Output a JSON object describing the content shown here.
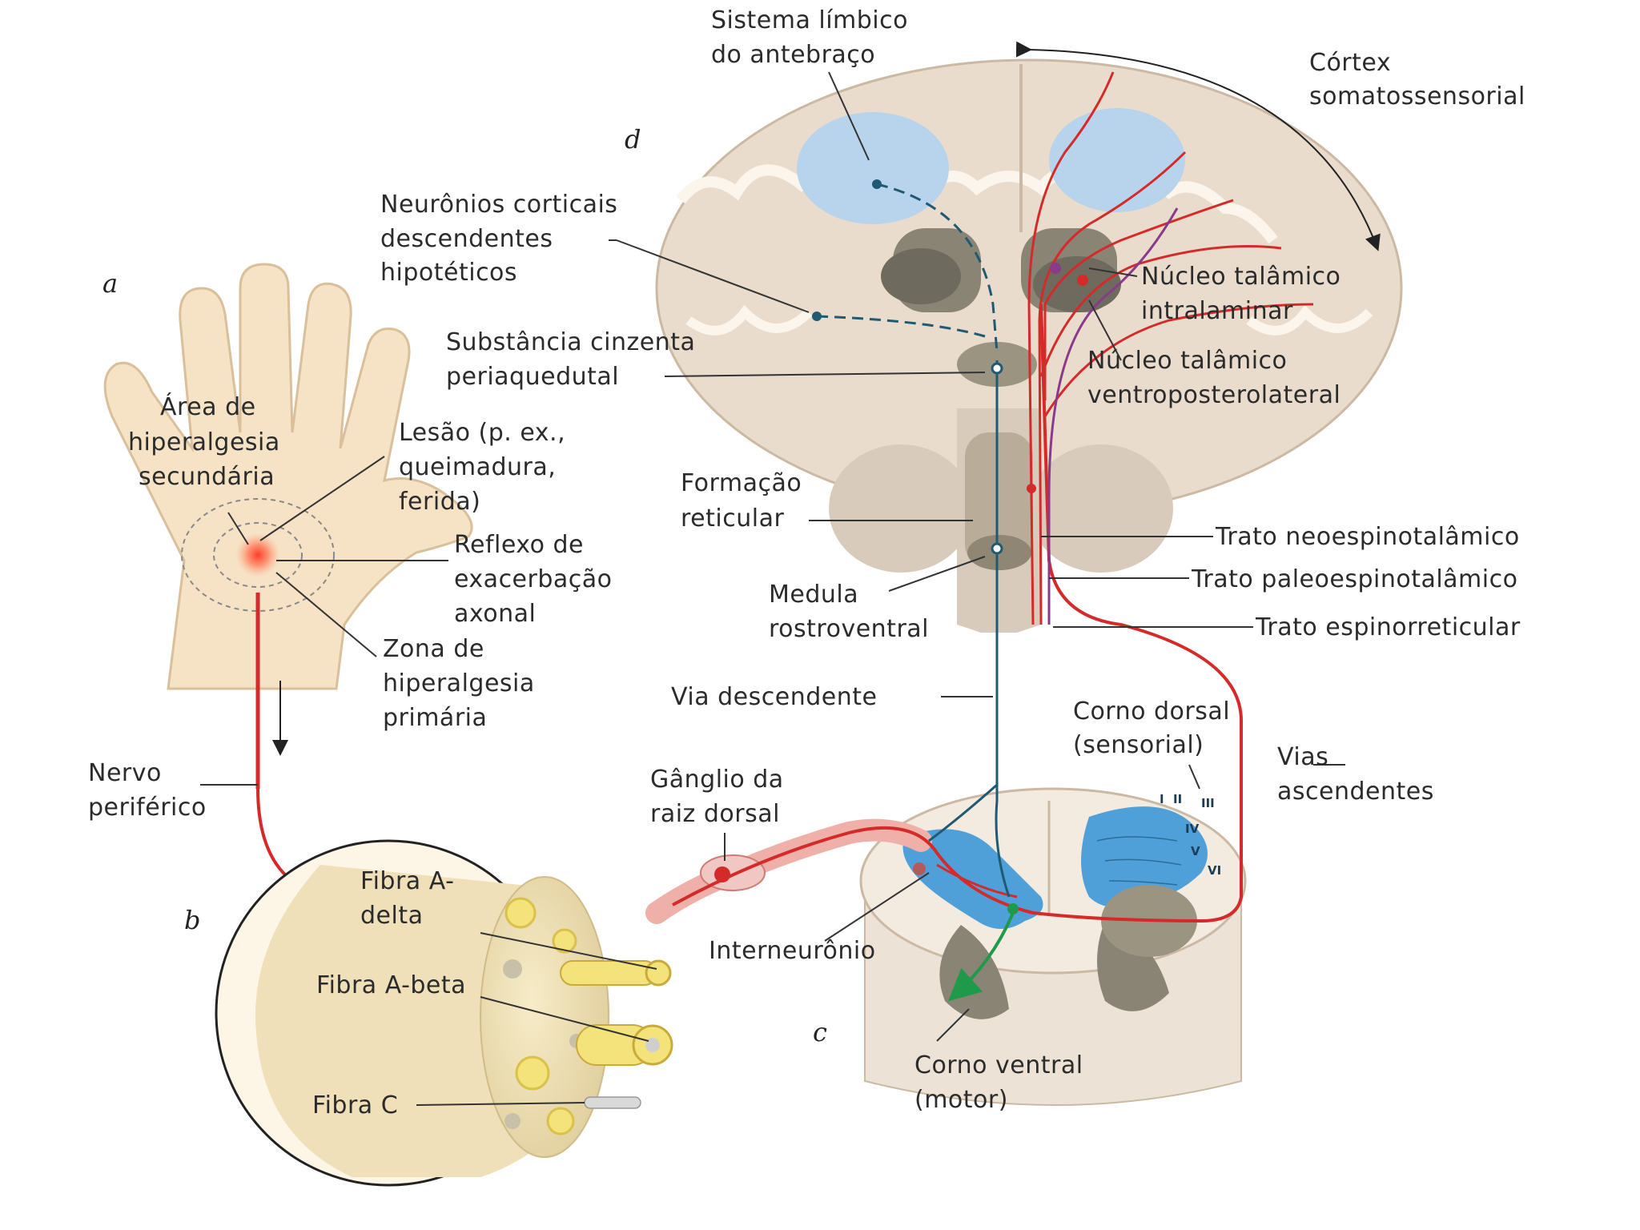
{
  "panels": {
    "a": "a",
    "b": "b",
    "c": "c",
    "d": "d"
  },
  "hand": {
    "secondary_area_l1": "Área de",
    "secondary_area_l2": "hiperalgesia",
    "secondary_area_l3": "secundária",
    "lesion_l1": "Lesão (p. ex.,",
    "lesion_l2": "queimadura,",
    "lesion_l3": "ferida)",
    "axon_reflex_l1": "Reflexo de",
    "axon_reflex_l2": "exacerbação",
    "axon_reflex_l3": "axonal",
    "primary_zone_l1": "Zona de",
    "primary_zone_l2": "hiperalgesia",
    "primary_zone_l3": "primária",
    "nerve_l1": "Nervo",
    "nerve_l2": "periférico"
  },
  "nerve_section": {
    "a_delta_l1": "Fibra A-",
    "a_delta_l2": "delta",
    "a_beta": "Fibra A-beta",
    "c_fiber": "Fibra C"
  },
  "spinal": {
    "dorsal_root_ganglion_l1": "Gânglio da",
    "dorsal_root_ganglion_l2": "raiz dorsal",
    "interneuron": "Interneurônio",
    "dorsal_horn_l1": "Corno dorsal",
    "dorsal_horn_l2": "(sensorial)",
    "ascending_l1": "Vias",
    "ascending_l2": "ascendentes",
    "ventral_horn_l1": "Corno ventral",
    "ventral_horn_l2": "(motor)",
    "laminae": [
      "I",
      "II",
      "III",
      "IV",
      "V",
      "VI"
    ]
  },
  "brain": {
    "limbic_l1": "Sistema límbico",
    "limbic_l2": "do antebraço",
    "cortex_l1": "Córtex",
    "cortex_l2": "somatossensorial",
    "cortical_neurons_l1": "Neurônios corticais",
    "cortical_neurons_l2": "descendentes",
    "cortical_neurons_l3": "hipotéticos",
    "pag_l1": "Substância cinzenta",
    "pag_l2": "periaquedutal",
    "intralaminar_l1": "Núcleo talâmico",
    "intralaminar_l2": "intralaminar",
    "vpl_l1": "Núcleo talâmico",
    "vpl_l2": "ventroposterolateral",
    "reticular_l1": "Formação",
    "reticular_l2": "reticular",
    "rvm_l1": "Medula",
    "rvm_l2": "rostroventral",
    "neospino": "Trato neoespinotalâmico",
    "paleospino": "Trato paleoespinotalâmico",
    "spinoreticular": "Trato espinorreticular",
    "descending": "Via descendente"
  },
  "colors": {
    "neo_tract": "#d42a2a",
    "paleo_tract": "#8a3a8a",
    "descending": "#1f5a72",
    "motor": "#1f9a4a",
    "gray_matter": "#4fa0d8",
    "skin": "#f6e3c6"
  }
}
